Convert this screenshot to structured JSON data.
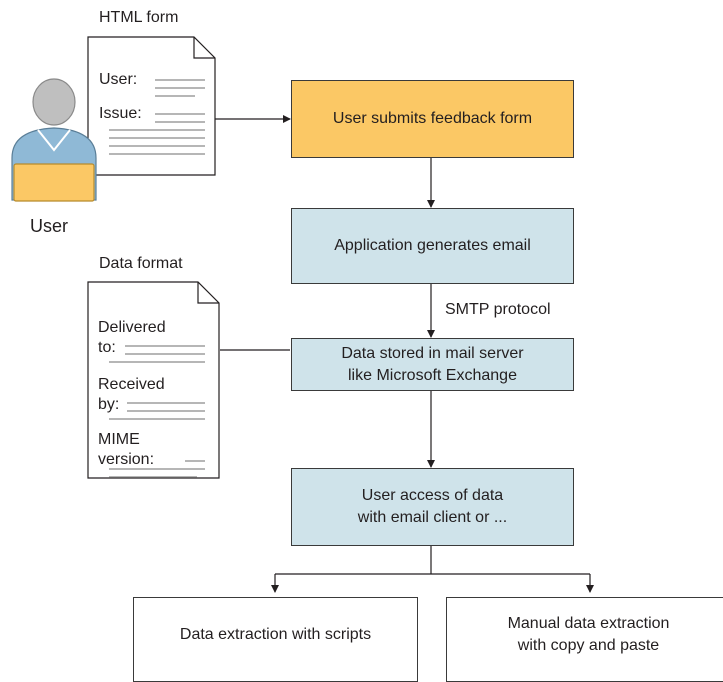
{
  "html_form": {
    "title": "HTML form",
    "user_label": "User:",
    "issue_label": "Issue:"
  },
  "user": {
    "label": "User"
  },
  "data_format": {
    "title": "Data format",
    "delivered_label": "Delivered\nto:",
    "received_label": "Received\nby:",
    "mime_label": "MIME\nversion:"
  },
  "steps": {
    "submit": "User submits feedback form",
    "generate": "Application generates email",
    "protocol": "SMTP protocol",
    "stored": "Data stored in mail server\nlike Microsoft Exchange",
    "access": "User access of data\nwith email client or ...",
    "scripts": "Data extraction with scripts",
    "manual": "Manual data extraction\nwith copy and paste"
  },
  "colors": {
    "orange": "#fbc865",
    "blue": "#cfe3ea",
    "person_shirt": "#8fb9d6",
    "person_head": "#bfbfbf",
    "laptop": "#fbc865"
  }
}
